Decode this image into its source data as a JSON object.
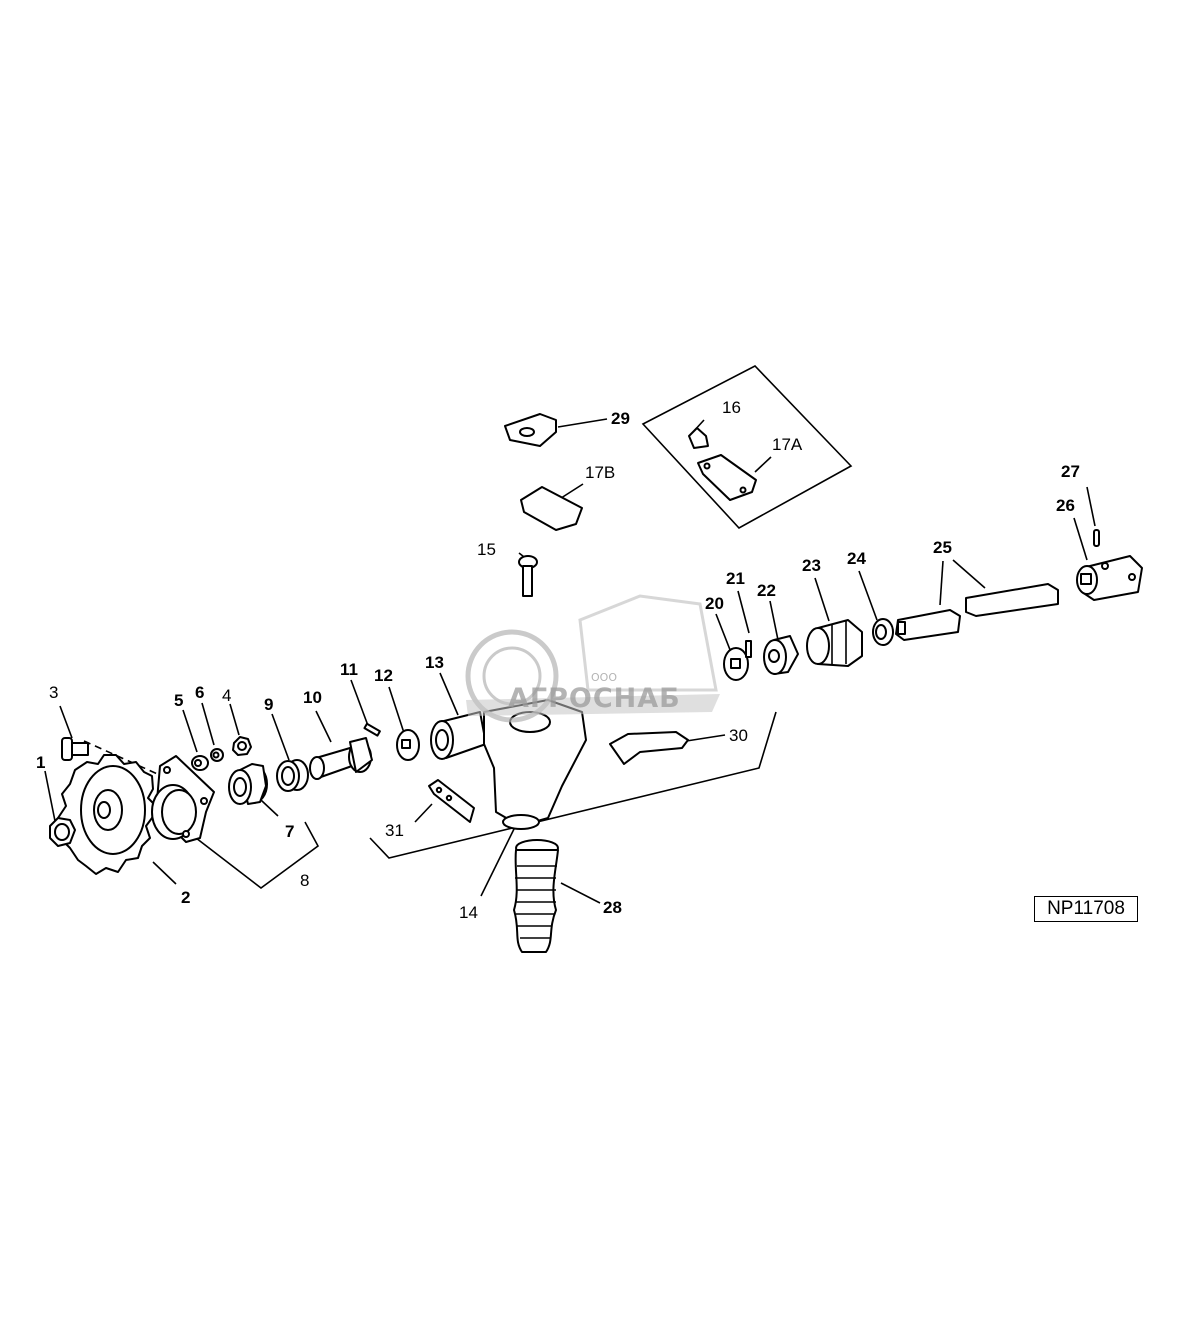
{
  "diagram": {
    "reference_code": "NP11708",
    "watermark": {
      "brand": "АГРОСНАБ",
      "prefix": "ООО"
    },
    "labels": [
      {
        "id": "1",
        "text": "1",
        "bold": true
      },
      {
        "id": "2",
        "text": "2",
        "bold": true
      },
      {
        "id": "3",
        "text": "3",
        "bold": false
      },
      {
        "id": "4",
        "text": "4",
        "bold": false
      },
      {
        "id": "5",
        "text": "5",
        "bold": true
      },
      {
        "id": "6",
        "text": "6",
        "bold": true
      },
      {
        "id": "7",
        "text": "7",
        "bold": true
      },
      {
        "id": "8",
        "text": "8",
        "bold": false
      },
      {
        "id": "9",
        "text": "9",
        "bold": true
      },
      {
        "id": "10",
        "text": "10",
        "bold": true
      },
      {
        "id": "11",
        "text": "11",
        "bold": true
      },
      {
        "id": "12",
        "text": "12",
        "bold": true
      },
      {
        "id": "13",
        "text": "13",
        "bold": true
      },
      {
        "id": "14",
        "text": "14",
        "bold": false
      },
      {
        "id": "15",
        "text": "15",
        "bold": false
      },
      {
        "id": "16",
        "text": "16",
        "bold": false
      },
      {
        "id": "17A",
        "text": "17A",
        "bold": false
      },
      {
        "id": "17B",
        "text": "17B",
        "bold": false
      },
      {
        "id": "20",
        "text": "20",
        "bold": true
      },
      {
        "id": "21",
        "text": "21",
        "bold": true
      },
      {
        "id": "22",
        "text": "22",
        "bold": true
      },
      {
        "id": "23",
        "text": "23",
        "bold": true
      },
      {
        "id": "24",
        "text": "24",
        "bold": true
      },
      {
        "id": "25",
        "text": "25",
        "bold": true
      },
      {
        "id": "26",
        "text": "26",
        "bold": true
      },
      {
        "id": "27",
        "text": "27",
        "bold": true
      },
      {
        "id": "28",
        "text": "28",
        "bold": true
      },
      {
        "id": "29",
        "text": "29",
        "bold": true
      },
      {
        "id": "30",
        "text": "30",
        "bold": false
      },
      {
        "id": "31",
        "text": "31",
        "bold": false
      }
    ]
  }
}
